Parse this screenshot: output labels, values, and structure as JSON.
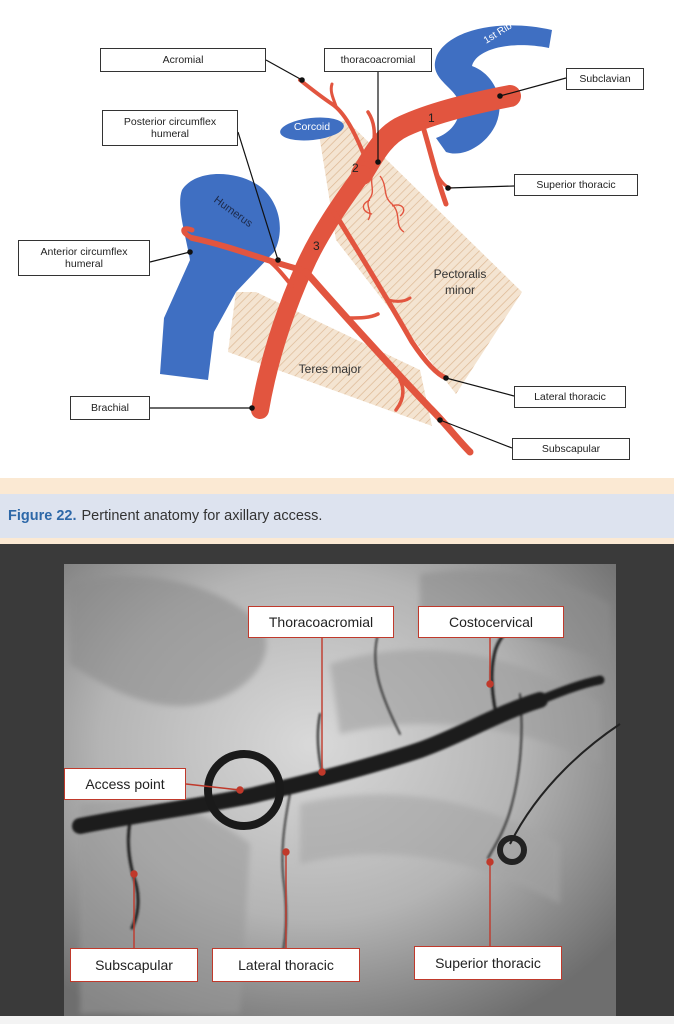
{
  "diagram": {
    "callouts": {
      "acromial": "Acromial",
      "thoracoacromial": "thoracoacromial",
      "subclavian": "Subclavian",
      "posterior_circumflex": "Posterior circumflex\nhumeral",
      "superior_thoracic": "Superior thoracic",
      "anterior_circumflex": "Anterior circumflex\nhumeral",
      "lateral_thoracic": "Lateral thoracic",
      "brachial": "Brachial",
      "subscapular": "Subscapular"
    },
    "structures": {
      "first_rib": "1st Rib",
      "corcoid": "Corcoid",
      "humerus": "Humerus",
      "pectoralis_minor": "Pectoralis\nminor",
      "teres_major": "Teres major"
    },
    "segments": [
      "1",
      "2",
      "3"
    ]
  },
  "caption": {
    "figure_number": "Figure 22.",
    "text": "Pertinent anatomy for axillary access."
  },
  "angiogram": {
    "labels": {
      "thoracoacromial": "Thoracoacromial",
      "costocervical": "Costocervical",
      "access_point": "Access point",
      "subscapular": "Subscapular",
      "lateral_thoracic": "Lateral thoracic",
      "superior_thoracic": "Superior thoracic"
    }
  },
  "colors": {
    "artery": "#e2553f",
    "bone": "#3f6fc2",
    "muscle": "#e9cdaf",
    "label_border": "#c0392b",
    "caption_blue": "#2d68a8"
  }
}
